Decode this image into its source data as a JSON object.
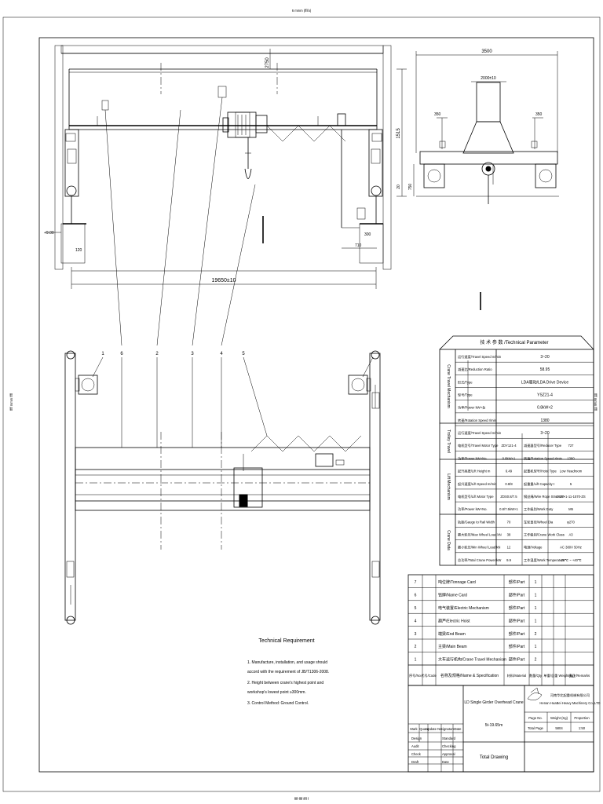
{
  "sheet": {
    "top_stamp": "6 mmm (ffifo)",
    "bottom_stamp": "ffff-ffff ffff f",
    "left_side": "ffff mmm ffff",
    "right_side": "ffff mmm ffff"
  },
  "elevation": {
    "top_dim": "2750",
    "right_height_dim": "1515",
    "rail_label": "20",
    "span_dim": "19650±10",
    "left_base_dim": "120",
    "left_base_level": "+9.00",
    "right_base_dim": "710",
    "right_base_level": "300",
    "callouts": [
      "1",
      "6",
      "2",
      "4",
      "5"
    ]
  },
  "side_view": {
    "width_dim": "3500",
    "top_dim": "2000±10",
    "left_dim": "350",
    "right_dim": "350",
    "height_dim": "750"
  },
  "plan": {
    "callouts": [
      "1",
      "6",
      "2",
      "3",
      "4",
      "5"
    ]
  },
  "tech_params": {
    "header": "技 术 参 数 /Technical Parameter",
    "groups": [
      {
        "label": "Crane Travel Mechanism"
      },
      {
        "label": "Trolley Travel"
      },
      {
        "label": "Lift Mechanism"
      },
      {
        "label": "Crane Data"
      }
    ],
    "rows": [
      {
        "c1": "运行速度/Travel Speed m/min",
        "c2": "3~20"
      },
      {
        "c1": "减速比/Reduction Ratio",
        "c2": "58.95"
      },
      {
        "c1": "形式/Type",
        "c2": "LDA驱动/LDA Drive Device"
      },
      {
        "c1": "型号/Type",
        "c2": "YSZ21-4"
      },
      {
        "c1": "功率/Power kW×台",
        "c2": "0.8kW×2"
      },
      {
        "c1": "转速/Rotation Speed r/min",
        "c2": "1380"
      },
      {
        "c1": "运行速度/Travel Speed m/min",
        "c2": "3~20"
      },
      {
        "c1": "电机型号/Travel Motor Type",
        "c2": "ZDY121-4",
        "c3": "减速器型号/Reducer Type",
        "c4": "727"
      },
      {
        "c1": "功率/Power kW×No.",
        "c2": "0.8kW×1",
        "c3": "转速/Rotation Speed r/min",
        "c4": "1380"
      },
      {
        "c1": "起升高度/Lift Height m",
        "c2": "6.49",
        "c3": "起重机型号/Hoist Type",
        "c4": "Low Headroom"
      },
      {
        "c1": "起升速度/Lift Speed m/min",
        "c2": "0.8/8",
        "c3": "起重量/Lift Capacity t",
        "c4": "5"
      },
      {
        "c1": "电机型号/Lift Motor Type",
        "c2": "ZDS0.8/7.5",
        "c3": "钢丝绳/Wire Rope Structure",
        "c4": "6×37+1-11-1570-ZS"
      },
      {
        "c1": "功率/Power kW×No.",
        "c2": "0.8/7.5kW×1",
        "c3": "工作级别/Work Duty",
        "c4": "M5"
      },
      {
        "c1": "轨距/Gauge to Rail Width",
        "c2": "70",
        "c3": "车轮直径/Wheel Dia",
        "c4": "φ270"
      },
      {
        "c1": "最大轮压/Max Wheel Load kN",
        "c2": "38",
        "c3": "工作级别/Crane Work Class",
        "c4": "A3"
      },
      {
        "c1": "最小轮压/Min Wheel Load kN",
        "c2": "12",
        "c3": "电源/Voltage",
        "c4": "AC 380V 50Hz"
      },
      {
        "c1": "总功率/Total Crane Power kW",
        "c2": "9.9",
        "c3": "工作温度/Work Temperature",
        "c4": "-20℃ ~ +40℃"
      }
    ]
  },
  "parts": {
    "rows": [
      {
        "no": "7",
        "name": "吨位牌/Tonnage Card",
        "mat": "部件/Part",
        "qty": "1"
      },
      {
        "no": "6",
        "name": "铭牌/Name Card",
        "mat": "部件/Part",
        "qty": "1"
      },
      {
        "no": "5",
        "name": "电气装置/Electric Mechanism",
        "mat": "部件/Part",
        "qty": "1"
      },
      {
        "no": "4",
        "name": "葫芦/Electric Hoist",
        "mat": "部件/Part",
        "qty": "1"
      },
      {
        "no": "3",
        "name": "端梁/End Beam",
        "mat": "部件/Part",
        "qty": "2"
      },
      {
        "no": "2",
        "name": "主梁/Main Beam",
        "mat": "部件/Part",
        "qty": "1"
      },
      {
        "no": "1",
        "name": "大车运行机构/Crane Travel Mechanism",
        "mat": "部件/Part",
        "qty": "2"
      }
    ],
    "header": {
      "no": "序号/No.",
      "code": "代号/Code",
      "name": "名称及规格/Name & Specification",
      "mat": "材料/Material",
      "qty": "数量/Qty",
      "weight": "单重/总重 Weight(kg)",
      "remark": "备注/Remarks"
    }
  },
  "title_block": {
    "project": "LD Single Girder Overhead Crane",
    "model": "5t-19.65m",
    "company_cn": "河南华北起重机械有限公司",
    "company_en": "Henan HuaBei Heavy Machinery Co.,LTD",
    "drawing_name": "Total Drawing",
    "rev_header": [
      "Mark",
      "Quant",
      "Update No.",
      "Signature",
      "Date"
    ],
    "signs": [
      {
        "role": "Design",
        "role2": "Standard"
      },
      {
        "role": "Audit",
        "role2": "Checking"
      },
      {
        "role": "Check",
        "role2": "Approval"
      },
      {
        "role": "Draft",
        "role2": "Date"
      }
    ],
    "page_no_label": "Page No.",
    "weight_label": "Weight (Kg)",
    "proportion_label": "Proportion",
    "total_page_label": "Total Page",
    "weight_value": "5804",
    "proportion_value": "1:50"
  },
  "tech_req": {
    "title": "Technical Requirement",
    "lines": [
      "1. Manufacture, installation, and usage should",
      "accord with the requirement of JB/T1306-2008.",
      "2. Height between crane's highest point and",
      "workshop's lowest point ≥300mm.",
      "3. Control Method: Ground Control."
    ]
  }
}
